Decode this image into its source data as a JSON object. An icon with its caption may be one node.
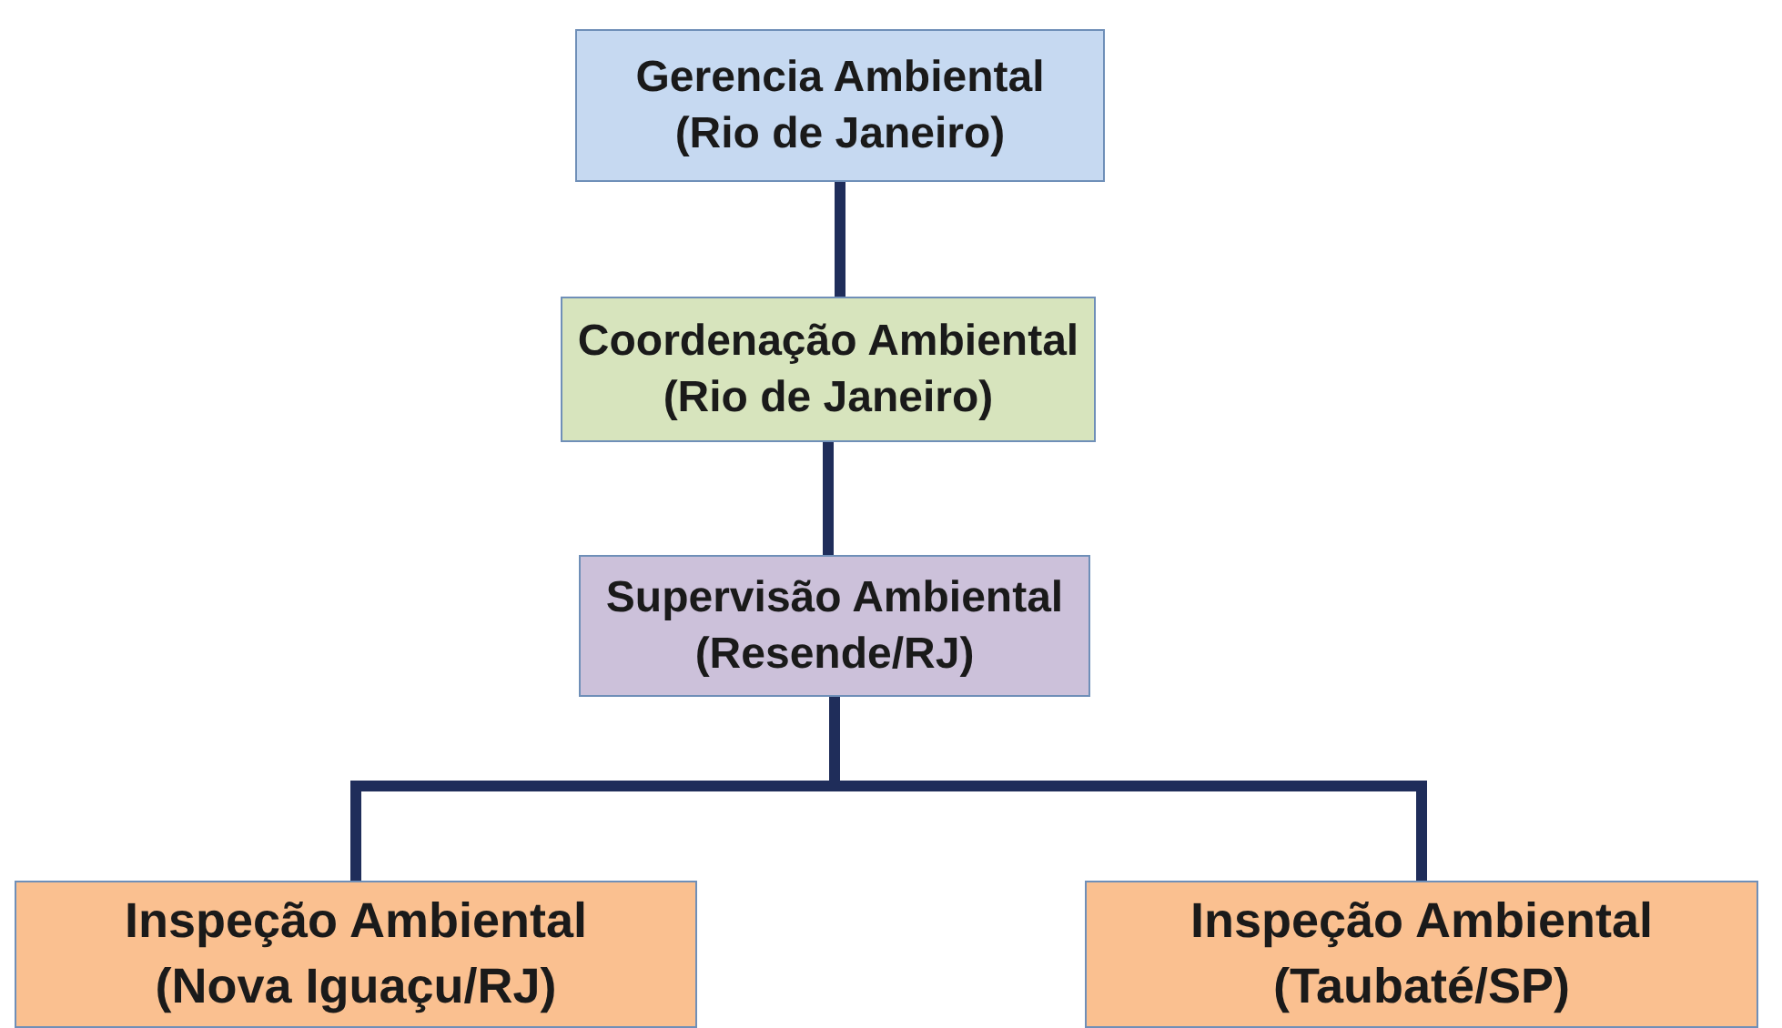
{
  "diagram": {
    "nodes": [
      {
        "text": [
          "Gerencia Ambiental (Rio de Janeiro)"
        ]
      },
      {
        "text": [
          "Coordenação Ambiental (Rio de Janeiro)"
        ]
      },
      {
        "text": [
          "Supervisão Ambiental (Resende/RJ)"
        ]
      },
      {
        "text": [
          "Inspeção Ambiental (Nova Iguaçu/RJ)"
        ]
      },
      {
        "text": [
          "Inspeção Ambiental (Taubaté/SP)"
        ]
      }
    ],
    "edges": [
      {
        "from": 0,
        "to": 1,
        "arrow": "none"
      },
      {
        "from": 1,
        "to": 2,
        "arrow": "none"
      },
      {
        "from": 2,
        "to": 3,
        "arrow": "none"
      },
      {
        "from": 2,
        "to": 4,
        "arrow": "none"
      }
    ]
  }
}
